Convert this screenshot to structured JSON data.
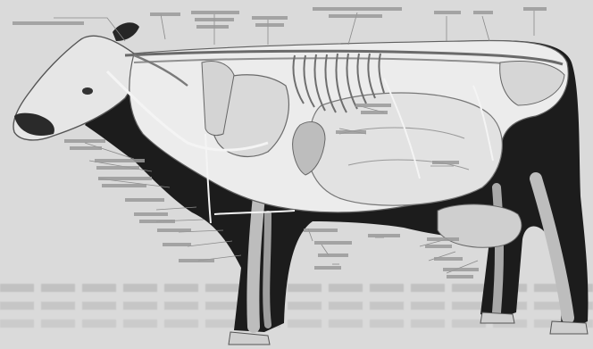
{
  "figure": {
    "subject": "cow",
    "colors": {
      "background": "#dadada",
      "dark_coat": "#1c1c1c",
      "organs": "#e9e9e9",
      "outline": "#555555",
      "leader_lines": "#8a8a8a"
    },
    "icons": [
      "cow-silhouette",
      "skeleton",
      "internal-organs",
      "nervous-system"
    ],
    "labels_legible": false
  }
}
